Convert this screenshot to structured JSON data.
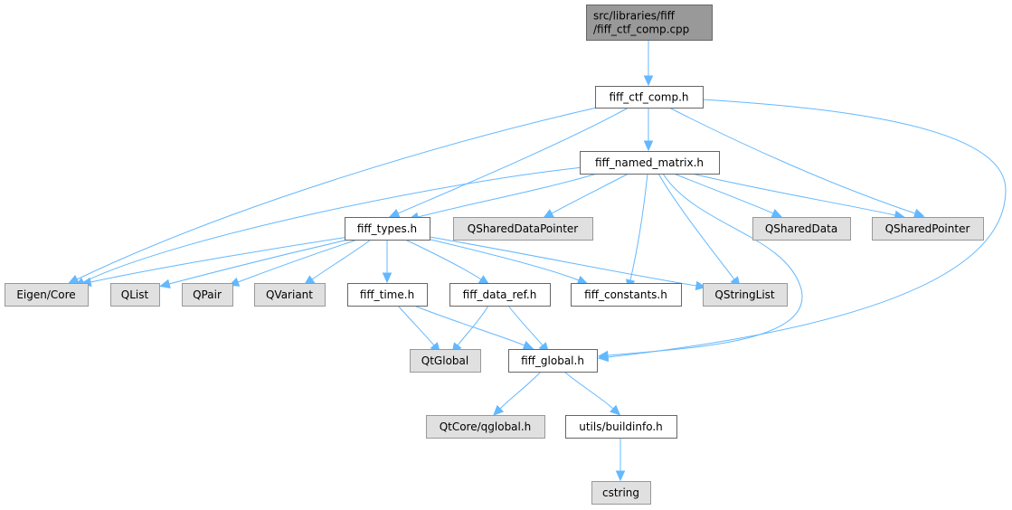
{
  "diagram": {
    "type": "include-dependency-graph",
    "edge_color": "#63b8ff",
    "node_styles": {
      "root": {
        "fill": "#999999",
        "stroke": "#666666"
      },
      "local": {
        "fill": "#ffffff",
        "stroke": "#666666"
      },
      "external": {
        "fill": "#e0e0e0",
        "stroke": "#999999"
      }
    },
    "nodes": [
      {
        "id": "root",
        "lines": [
          "src/libraries/fiff",
          "/fiff_ctf_comp.cpp"
        ],
        "kind": "root"
      },
      {
        "id": "fiff_ctf_comp_h",
        "lines": [
          "fiff_ctf_comp.h"
        ],
        "kind": "local"
      },
      {
        "id": "fiff_named_matrix_h",
        "lines": [
          "fiff_named_matrix.h"
        ],
        "kind": "local"
      },
      {
        "id": "fiff_types_h",
        "lines": [
          "fiff_types.h"
        ],
        "kind": "local"
      },
      {
        "id": "QSharedDataPointer",
        "lines": [
          "QSharedDataPointer"
        ],
        "kind": "external"
      },
      {
        "id": "QSharedData",
        "lines": [
          "QSharedData"
        ],
        "kind": "external"
      },
      {
        "id": "QSharedPointer",
        "lines": [
          "QSharedPointer"
        ],
        "kind": "external"
      },
      {
        "id": "Eigen_Core",
        "lines": [
          "Eigen/Core"
        ],
        "kind": "external"
      },
      {
        "id": "QList",
        "lines": [
          "QList"
        ],
        "kind": "external"
      },
      {
        "id": "QPair",
        "lines": [
          "QPair"
        ],
        "kind": "external"
      },
      {
        "id": "QVariant",
        "lines": [
          "QVariant"
        ],
        "kind": "external"
      },
      {
        "id": "fiff_time_h",
        "lines": [
          "fiff_time.h"
        ],
        "kind": "local"
      },
      {
        "id": "fiff_data_ref_h",
        "lines": [
          "fiff_data_ref.h"
        ],
        "kind": "local"
      },
      {
        "id": "fiff_constants_h",
        "lines": [
          "fiff_constants.h"
        ],
        "kind": "local"
      },
      {
        "id": "QStringList",
        "lines": [
          "QStringList"
        ],
        "kind": "external"
      },
      {
        "id": "QtGlobal",
        "lines": [
          "QtGlobal"
        ],
        "kind": "external"
      },
      {
        "id": "fiff_global_h",
        "lines": [
          "fiff_global.h"
        ],
        "kind": "local"
      },
      {
        "id": "QtCore_qglobal_h",
        "lines": [
          "QtCore/qglobal.h"
        ],
        "kind": "external"
      },
      {
        "id": "utils_buildinfo_h",
        "lines": [
          "utils/buildinfo.h"
        ],
        "kind": "local"
      },
      {
        "id": "cstring",
        "lines": [
          "cstring"
        ],
        "kind": "external"
      }
    ],
    "edges": [
      {
        "from": "root",
        "to": "fiff_ctf_comp_h"
      },
      {
        "from": "fiff_ctf_comp_h",
        "to": "fiff_named_matrix_h"
      },
      {
        "from": "fiff_ctf_comp_h",
        "to": "fiff_types_h"
      },
      {
        "from": "fiff_ctf_comp_h",
        "to": "Eigen_Core"
      },
      {
        "from": "fiff_ctf_comp_h",
        "to": "QSharedPointer"
      },
      {
        "from": "fiff_ctf_comp_h",
        "to": "fiff_global_h"
      },
      {
        "from": "fiff_named_matrix_h",
        "to": "fiff_types_h"
      },
      {
        "from": "fiff_named_matrix_h",
        "to": "Eigen_Core"
      },
      {
        "from": "fiff_named_matrix_h",
        "to": "QSharedDataPointer"
      },
      {
        "from": "fiff_named_matrix_h",
        "to": "QSharedData"
      },
      {
        "from": "fiff_named_matrix_h",
        "to": "QSharedPointer"
      },
      {
        "from": "fiff_named_matrix_h",
        "to": "fiff_constants_h"
      },
      {
        "from": "fiff_named_matrix_h",
        "to": "QStringList"
      },
      {
        "from": "fiff_named_matrix_h",
        "to": "fiff_global_h"
      },
      {
        "from": "fiff_types_h",
        "to": "Eigen_Core"
      },
      {
        "from": "fiff_types_h",
        "to": "QList"
      },
      {
        "from": "fiff_types_h",
        "to": "QPair"
      },
      {
        "from": "fiff_types_h",
        "to": "QVariant"
      },
      {
        "from": "fiff_types_h",
        "to": "fiff_time_h"
      },
      {
        "from": "fiff_types_h",
        "to": "fiff_data_ref_h"
      },
      {
        "from": "fiff_types_h",
        "to": "fiff_constants_h"
      },
      {
        "from": "fiff_types_h",
        "to": "QStringList"
      },
      {
        "from": "fiff_time_h",
        "to": "QtGlobal"
      },
      {
        "from": "fiff_time_h",
        "to": "fiff_global_h"
      },
      {
        "from": "fiff_data_ref_h",
        "to": "QtGlobal"
      },
      {
        "from": "fiff_data_ref_h",
        "to": "fiff_global_h"
      },
      {
        "from": "fiff_global_h",
        "to": "QtCore_qglobal_h"
      },
      {
        "from": "fiff_global_h",
        "to": "utils_buildinfo_h"
      },
      {
        "from": "utils_buildinfo_h",
        "to": "cstring"
      }
    ]
  }
}
